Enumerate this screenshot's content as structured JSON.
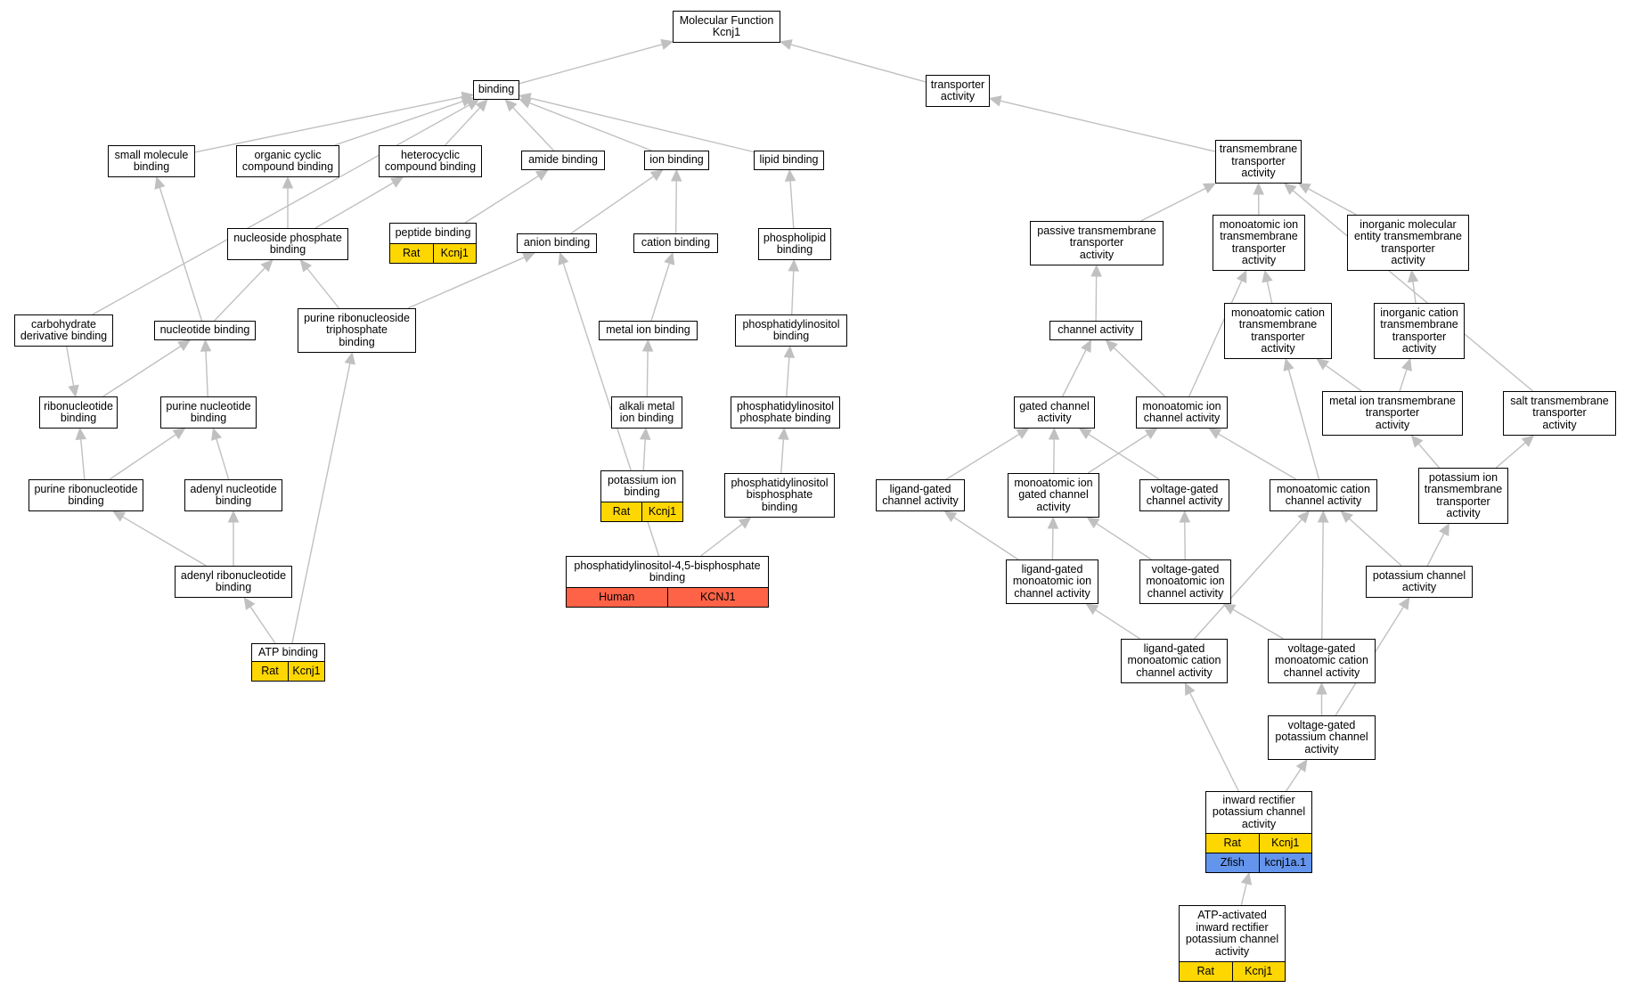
{
  "colors": {
    "edge": "#c0c0c0",
    "node_border": "#000000",
    "node_fill": "#ffffff",
    "rat": "#ffd700",
    "human": "#ff6347",
    "zfish": "#6495ed"
  },
  "nodes": {
    "mf": {
      "label": "Molecular Function\nKcnj1"
    },
    "binding": {
      "label": "binding"
    },
    "transporter": {
      "label": "transporter\nactivity"
    },
    "small_molecule": {
      "label": "small molecule\nbinding"
    },
    "organic_cyclic": {
      "label": "organic cyclic\ncompound binding"
    },
    "heterocyclic": {
      "label": "heterocyclic\ncompound binding"
    },
    "amide": {
      "label": "amide binding"
    },
    "ion_binding": {
      "label": "ion binding"
    },
    "lipid": {
      "label": "lipid binding"
    },
    "tm_transporter": {
      "label": "transmembrane\ntransporter\nactivity"
    },
    "peptide": {
      "label": "peptide binding",
      "annotations": [
        {
          "species": "Rat",
          "gene": "Kcnj1"
        }
      ]
    },
    "nucleoside_phosphate": {
      "label": "nucleoside phosphate\nbinding"
    },
    "anion": {
      "label": "anion binding"
    },
    "cation": {
      "label": "cation binding"
    },
    "phospholipid": {
      "label": "phospholipid\nbinding"
    },
    "passive_tm": {
      "label": "passive transmembrane\ntransporter\nactivity"
    },
    "monoatomic_ion_tm": {
      "label": "monoatomic ion\ntransmembrane\ntransporter\nactivity"
    },
    "inorganic_molecular": {
      "label": "inorganic molecular\nentity transmembrane\ntransporter\nactivity"
    },
    "carbohydrate": {
      "label": "carbohydrate\nderivative binding"
    },
    "nucleotide": {
      "label": "nucleotide binding"
    },
    "purine_ribonucleoside_tp": {
      "label": "purine ribonucleoside\ntriphosphate\nbinding"
    },
    "metal_ion": {
      "label": "metal ion binding"
    },
    "phosphatidylinositol": {
      "label": "phosphatidylinositol\nbinding"
    },
    "channel": {
      "label": "channel activity"
    },
    "monoatomic_cation_tm": {
      "label": "monoatomic cation\ntransmembrane\ntransporter\nactivity"
    },
    "inorganic_cation_tm": {
      "label": "inorganic cation\ntransmembrane\ntransporter\nactivity"
    },
    "ribonucleotide": {
      "label": "ribonucleotide\nbinding"
    },
    "purine_nucleotide": {
      "label": "purine nucleotide\nbinding"
    },
    "alkali_metal": {
      "label": "alkali metal\nion binding"
    },
    "pi_phosphate": {
      "label": "phosphatidylinositol\nphosphate binding"
    },
    "gated_channel": {
      "label": "gated channel\nactivity"
    },
    "monoatomic_ion_channel": {
      "label": "monoatomic ion\nchannel activity"
    },
    "metal_ion_tm": {
      "label": "metal ion transmembrane\ntransporter\nactivity"
    },
    "salt_tm": {
      "label": "salt transmembrane\ntransporter\nactivity"
    },
    "purine_ribonucleotide": {
      "label": "purine ribonucleotide\nbinding"
    },
    "adenyl_nucleotide": {
      "label": "adenyl nucleotide\nbinding"
    },
    "potassium_ion": {
      "label": "potassium ion\nbinding",
      "annotations": [
        {
          "species": "Rat",
          "gene": "Kcnj1"
        }
      ]
    },
    "pi_bisphosphate": {
      "label": "phosphatidylinositol\nbisphosphate\nbinding"
    },
    "ligand_gated_channel": {
      "label": "ligand-gated\nchannel activity"
    },
    "monoatomic_ion_gated": {
      "label": "monoatomic ion\ngated channel\nactivity"
    },
    "voltage_gated_channel": {
      "label": "voltage-gated\nchannel activity"
    },
    "monoatomic_cation_channel": {
      "label": "monoatomic cation\nchannel activity"
    },
    "potassium_ion_tm": {
      "label": "potassium ion\ntransmembrane\ntransporter\nactivity"
    },
    "adenyl_ribonucleotide": {
      "label": "adenyl ribonucleotide\nbinding"
    },
    "pip2": {
      "label": "phosphatidylinositol-4,5-bisphosphate\nbinding",
      "annotations": [
        {
          "species": "Human",
          "gene": "KCNJ1"
        }
      ]
    },
    "ligand_gated_mono_ion": {
      "label": "ligand-gated\nmonoatomic ion\nchannel activity"
    },
    "voltage_gated_mono_ion": {
      "label": "voltage-gated\nmonoatomic ion\nchannel activity"
    },
    "potassium_channel": {
      "label": "potassium channel\nactivity"
    },
    "atp_binding": {
      "label": "ATP binding",
      "annotations": [
        {
          "species": "Rat",
          "gene": "Kcnj1"
        }
      ]
    },
    "ligand_gated_cation": {
      "label": "ligand-gated\nmonoatomic cation\nchannel activity"
    },
    "voltage_gated_cation": {
      "label": "voltage-gated\nmonoatomic cation\nchannel activity"
    },
    "voltage_gated_potassium": {
      "label": "voltage-gated\npotassium channel\nactivity"
    },
    "inward_rectifier": {
      "label": "inward rectifier\npotassium channel\nactivity",
      "annotations": [
        {
          "species": "Rat",
          "gene": "Kcnj1"
        },
        {
          "species": "Zfish",
          "gene": "kcnj1a.1"
        }
      ]
    },
    "atp_activated": {
      "label": "ATP-activated\ninward rectifier\npotassium channel\nactivity",
      "annotations": [
        {
          "species": "Rat",
          "gene": "Kcnj1"
        }
      ]
    }
  },
  "edges": [
    [
      "binding",
      "mf"
    ],
    [
      "transporter",
      "mf"
    ],
    [
      "small_molecule",
      "binding"
    ],
    [
      "organic_cyclic",
      "binding"
    ],
    [
      "heterocyclic",
      "binding"
    ],
    [
      "amide",
      "binding"
    ],
    [
      "ion_binding",
      "binding"
    ],
    [
      "lipid",
      "binding"
    ],
    [
      "carbohydrate",
      "binding"
    ],
    [
      "tm_transporter",
      "transporter"
    ],
    [
      "peptide",
      "amide"
    ],
    [
      "nucleoside_phosphate",
      "organic_cyclic"
    ],
    [
      "nucleoside_phosphate",
      "heterocyclic"
    ],
    [
      "anion",
      "ion_binding"
    ],
    [
      "cation",
      "ion_binding"
    ],
    [
      "phospholipid",
      "lipid"
    ],
    [
      "passive_tm",
      "tm_transporter"
    ],
    [
      "monoatomic_ion_tm",
      "tm_transporter"
    ],
    [
      "inorganic_molecular",
      "tm_transporter"
    ],
    [
      "salt_tm",
      "tm_transporter"
    ],
    [
      "nucleotide",
      "small_molecule"
    ],
    [
      "nucleotide",
      "nucleoside_phosphate"
    ],
    [
      "purine_ribonucleoside_tp",
      "nucleoside_phosphate"
    ],
    [
      "purine_ribonucleoside_tp",
      "anion"
    ],
    [
      "metal_ion",
      "cation"
    ],
    [
      "phosphatidylinositol",
      "phospholipid"
    ],
    [
      "channel",
      "passive_tm"
    ],
    [
      "monoatomic_ion_channel",
      "monoatomic_ion_tm"
    ],
    [
      "monoatomic_cation_tm",
      "monoatomic_ion_tm"
    ],
    [
      "inorganic_cation_tm",
      "inorganic_molecular"
    ],
    [
      "carbohydrate",
      "ribonucleotide"
    ],
    [
      "ribonucleotide",
      "nucleotide"
    ],
    [
      "purine_nucleotide",
      "nucleotide"
    ],
    [
      "alkali_metal",
      "metal_ion"
    ],
    [
      "pi_phosphate",
      "phosphatidylinositol"
    ],
    [
      "gated_channel",
      "channel"
    ],
    [
      "monoatomic_ion_channel",
      "channel"
    ],
    [
      "metal_ion_tm",
      "monoatomic_cation_tm"
    ],
    [
      "metal_ion_tm",
      "inorganic_cation_tm"
    ],
    [
      "monoatomic_cation_channel",
      "monoatomic_cation_tm"
    ],
    [
      "purine_ribonucleotide",
      "ribonucleotide"
    ],
    [
      "purine_ribonucleotide",
      "purine_nucleotide"
    ],
    [
      "adenyl_nucleotide",
      "purine_nucleotide"
    ],
    [
      "potassium_ion",
      "alkali_metal"
    ],
    [
      "pi_bisphosphate",
      "pi_phosphate"
    ],
    [
      "ligand_gated_channel",
      "gated_channel"
    ],
    [
      "monoatomic_ion_gated",
      "gated_channel"
    ],
    [
      "voltage_gated_channel",
      "gated_channel"
    ],
    [
      "monoatomic_ion_gated",
      "monoatomic_ion_channel"
    ],
    [
      "monoatomic_cation_channel",
      "monoatomic_ion_channel"
    ],
    [
      "potassium_ion_tm",
      "metal_ion_tm"
    ],
    [
      "potassium_ion_tm",
      "salt_tm"
    ],
    [
      "adenyl_ribonucleotide",
      "purine_ribonucleotide"
    ],
    [
      "adenyl_ribonucleotide",
      "adenyl_nucleotide"
    ],
    [
      "pip2",
      "pi_bisphosphate"
    ],
    [
      "pip2",
      "anion"
    ],
    [
      "ligand_gated_mono_ion",
      "ligand_gated_channel"
    ],
    [
      "ligand_gated_mono_ion",
      "monoatomic_ion_gated"
    ],
    [
      "voltage_gated_mono_ion",
      "monoatomic_ion_gated"
    ],
    [
      "voltage_gated_mono_ion",
      "voltage_gated_channel"
    ],
    [
      "potassium_channel",
      "monoatomic_cation_channel"
    ],
    [
      "potassium_channel",
      "potassium_ion_tm"
    ],
    [
      "atp_binding",
      "adenyl_ribonucleotide"
    ],
    [
      "atp_binding",
      "purine_ribonucleoside_tp"
    ],
    [
      "ligand_gated_cation",
      "ligand_gated_mono_ion"
    ],
    [
      "ligand_gated_cation",
      "monoatomic_cation_channel"
    ],
    [
      "voltage_gated_cation",
      "voltage_gated_mono_ion"
    ],
    [
      "voltage_gated_cation",
      "monoatomic_cation_channel"
    ],
    [
      "voltage_gated_potassium",
      "voltage_gated_cation"
    ],
    [
      "voltage_gated_potassium",
      "potassium_channel"
    ],
    [
      "inward_rectifier",
      "ligand_gated_cation"
    ],
    [
      "inward_rectifier",
      "voltage_gated_potassium"
    ],
    [
      "atp_activated",
      "inward_rectifier"
    ]
  ]
}
